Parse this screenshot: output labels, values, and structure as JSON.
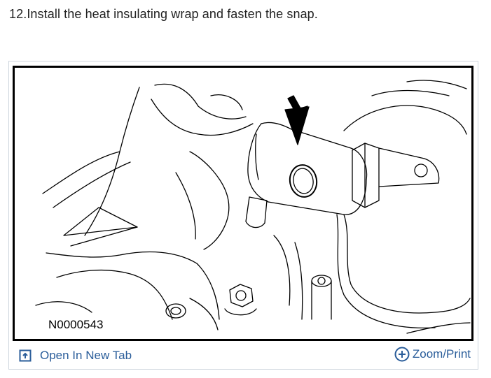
{
  "step": {
    "text": "12.Install the heat insulating wrap and fasten the snap."
  },
  "figure": {
    "code": "N0000543"
  },
  "toolbar": {
    "open_tab_label": "Open In New Tab",
    "open_tab_icon": "open-in-new-tab-icon",
    "zoom_label": "Zoom/Print",
    "zoom_icon": "zoom-plus-icon"
  },
  "colors": {
    "link": "#2a5d9a",
    "frame_border": "#cfd6de"
  }
}
